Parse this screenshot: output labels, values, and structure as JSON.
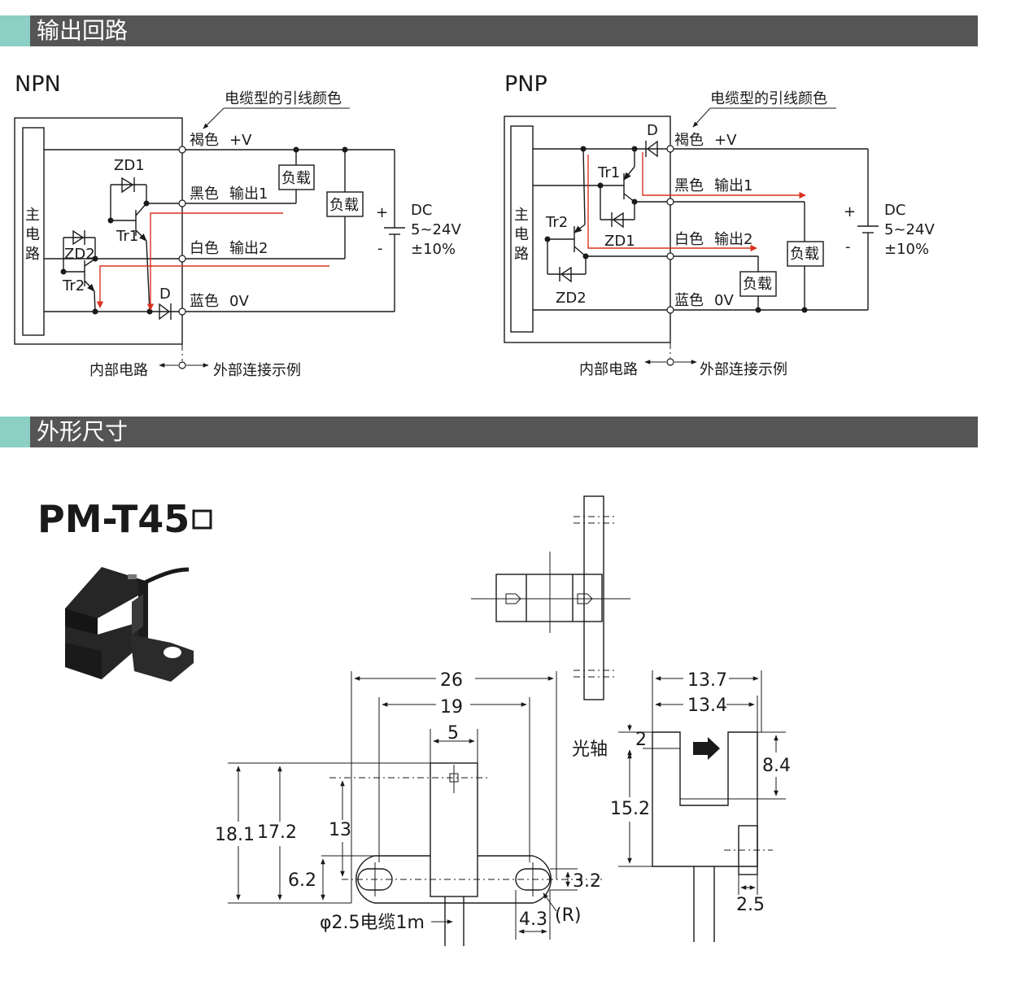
{
  "sections": {
    "output_circuit_title": "输出回路",
    "dimensions_title": "外形尺寸"
  },
  "npn": {
    "title": "NPN",
    "cable_color_label": "电缆型的引线颜色",
    "main_circuit": [
      "主",
      "电",
      "路"
    ],
    "brown": "褐色",
    "plus_v": "+V",
    "black": "黑色",
    "output1": "输出1",
    "white": "白色",
    "output2": "输出2",
    "blue": "蓝色",
    "zero_v": "0V",
    "zd1": "ZD1",
    "zd2": "ZD2",
    "tr1": "Tr1",
    "tr2": "Tr2",
    "d": "D",
    "load": "负载",
    "plus": "+",
    "minus": "-",
    "dc": "DC",
    "voltage": "5~24V",
    "tolerance": "±10%",
    "internal": "内部电路",
    "external": "外部连接示例"
  },
  "pnp": {
    "title": "PNP",
    "cable_color_label": "电缆型的引线颜色",
    "main_circuit": [
      "主",
      "电",
      "路"
    ],
    "brown": "褐色",
    "plus_v": "+V",
    "black": "黑色",
    "output1": "输出1",
    "white": "白色",
    "output2": "输出2",
    "blue": "蓝色",
    "zero_v": "0V",
    "zd1": "ZD1",
    "zd2": "ZD2",
    "tr1": "Tr1",
    "tr2": "Tr2",
    "d": "D",
    "load": "负载",
    "plus": "+",
    "minus": "-",
    "dc": "DC",
    "voltage": "5~24V",
    "tolerance": "±10%",
    "internal": "内部电路",
    "external": "外部连接示例"
  },
  "model": {
    "name": "PM-T45",
    "suffix": "□"
  },
  "dimensions": {
    "d26": "26",
    "d19": "19",
    "d5": "5",
    "d18_1": "18.1",
    "d17_2": "17.2",
    "d13": "13",
    "d6_2": "6.2",
    "d3_2": "3.2",
    "d4_3": "4.3",
    "radius": "(R)",
    "cable": "φ2.5电缆1m",
    "d13_7": "13.7",
    "d13_4": "13.4",
    "optical_axis": "光轴",
    "d2": "2",
    "d8_4": "8.4",
    "d15_2": "15.2",
    "d2_5": "2.5"
  },
  "colors": {
    "header_bar": "#555555",
    "header_accent": "#8ccfc4",
    "signal_arrow": "#d8321e"
  }
}
